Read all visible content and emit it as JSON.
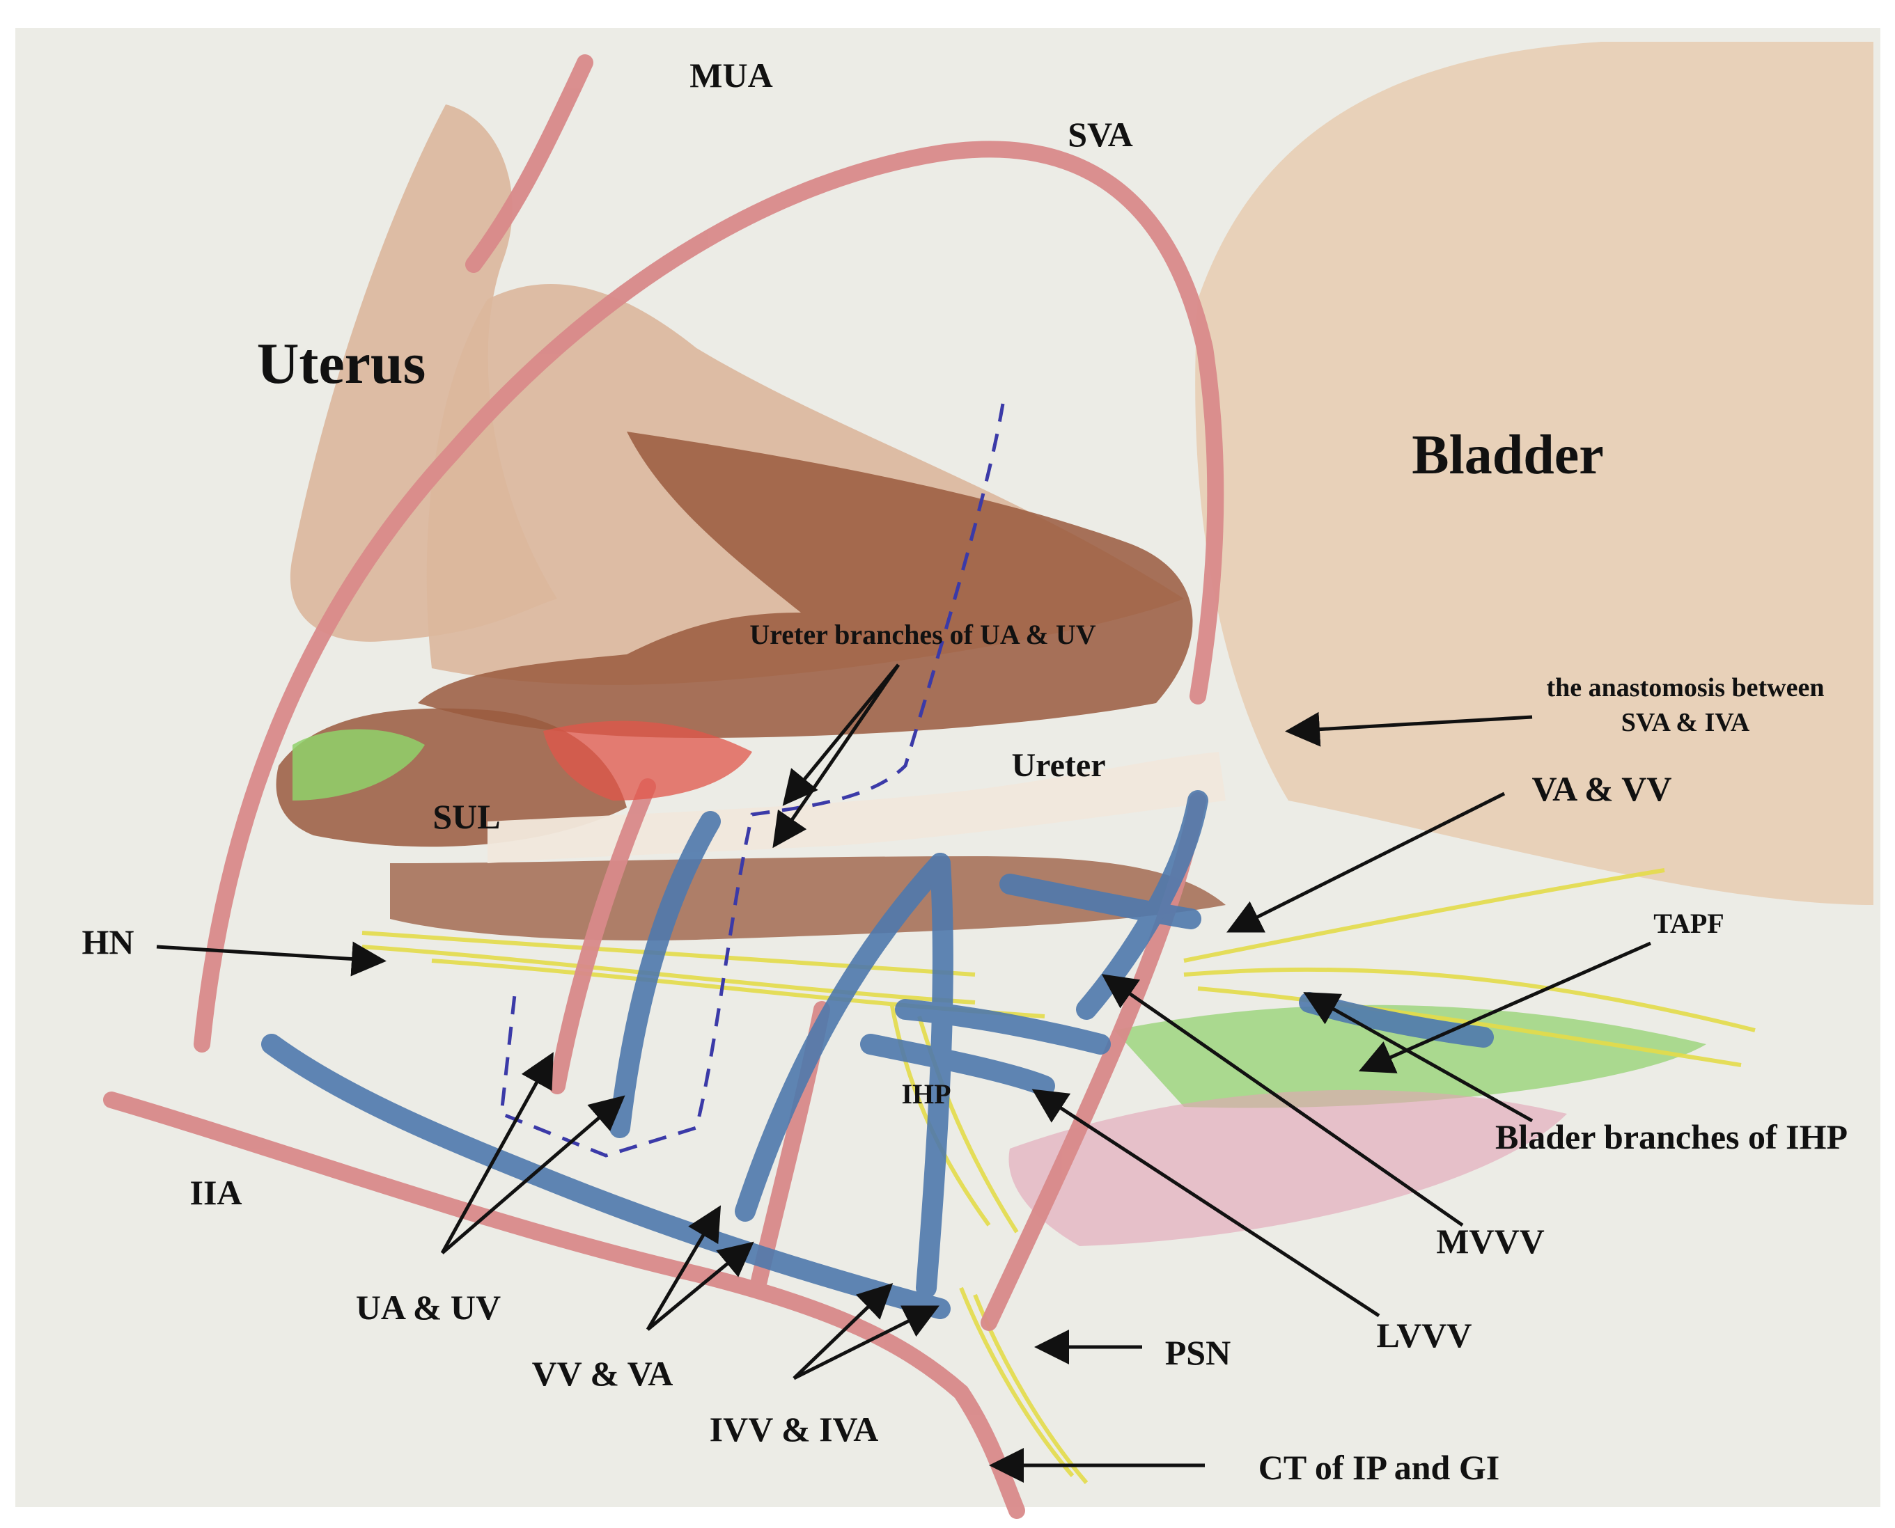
{
  "labels": {
    "mua": "MUA",
    "sva": "SVA",
    "uterus": "Uterus",
    "bladder": "Bladder",
    "ureter_branches": "Ureter branches of UA & UV",
    "anastomosis_line1": "the anastomosis between",
    "anastomosis_line2": "SVA & IVA",
    "ureter": "Ureter",
    "va_vv": "VA & VV",
    "sul": "SUL",
    "hn": "HN",
    "tapf": "TAPF",
    "ihp": "IHP",
    "blader_branches": "Blader branches of IHP",
    "iia": "IIA",
    "mvvv": "MVVV",
    "ua_uv": "UA & UV",
    "lvvv": "LVVV",
    "psn": "PSN",
    "vv_va": "VV & VA",
    "ivv_iva": "IVV & IVA",
    "ct": "CT of IP and GI"
  },
  "colors": {
    "paper": "#ececE6",
    "uterus_tissue": "#d9b49a",
    "bladder_tissue": "#e6c8a8",
    "ligament_brown": "#9a5a3e",
    "artery": "#d98a8a",
    "vein": "#4f79ad",
    "nerve": "#e4dc4a",
    "fascia_green": "#8fd16a",
    "pink_tissue": "#e3a3b5",
    "dashed_line": "#3b3aa8",
    "arrow": "#111111"
  }
}
